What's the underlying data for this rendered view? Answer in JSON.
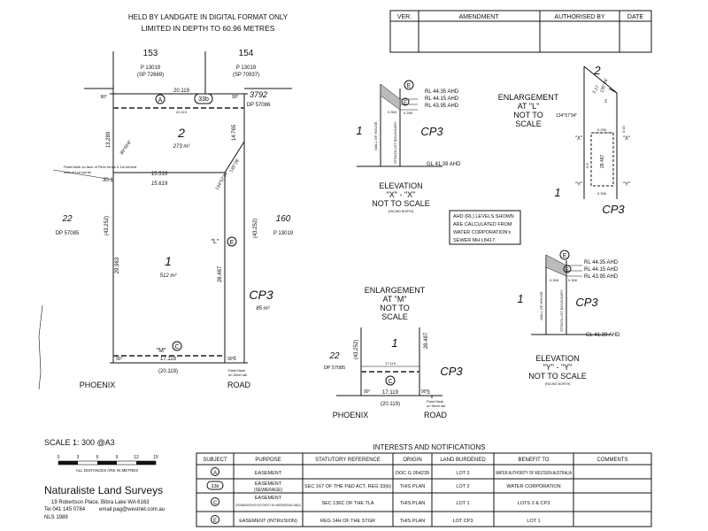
{
  "header": {
    "held_note": "HELD BY LANDGATE IN DIGITAL FORMAT ONLY",
    "depth_note": "LIMITED IN DEPTH TO 60.96 METRES"
  },
  "amend_table": {
    "headers": [
      "VER.",
      "AMENDMENT",
      "AUTHORISED BY",
      "DATE"
    ]
  },
  "plan": {
    "lot_153": "153",
    "lot_153_ref": "P 13019",
    "lot_153_sp": "(SP 72669)",
    "lot_154": "154",
    "lot_154_ref": "P 13019",
    "lot_154_sp": "(SP 70937)",
    "lot_3792": "3792",
    "lot_3792_dp": "DP 57086",
    "lot_22": "22",
    "lot_22_dp": "DP 57085",
    "lot_160": "160",
    "lot_160_ref": "P 13019",
    "lot_2": "2",
    "lot_2_area": "273 m²",
    "lot_1": "1",
    "lot_1_area": "512 m²",
    "cp3": "CP3",
    "cp3_area": "85 m²",
    "dim_top": "20.119",
    "dim_top_small": "20.119",
    "dim_left_upper": "13.289",
    "dim_right_upper": "14.765",
    "dim_mid": "15.519",
    "dim_mid2": "15.619",
    "dim_left_mid": "30.1",
    "dim_left_long": "29.963",
    "dim_left_long_paren": "(43.252)",
    "dim_right_long": "28.487",
    "dim_right_long_paren": "(43.252)",
    "dim_bottom": "17.119",
    "dim_bottom_paren": "(20.119)",
    "dim_bottom_short": "3",
    "angle_1": "89°55'6\"",
    "angle_2": "135°26'",
    "angle_3": "134°57'34\"",
    "paint_mark_1": "Paint Mark on face of Fibro fence 0.1m behind",
    "paint_mark_2": "east of Lot corner",
    "paint_mark_3": "Paint Mark",
    "paint_mark_4": "on Steel rail",
    "road_left": "PHOENIX",
    "road_right": "ROAD",
    "label_L": "\"L\"",
    "label_M": "\"M\"",
    "easement_A": "A",
    "easement_33b": "33b",
    "easement_C": "C",
    "easement_E": "E",
    "deg_90": "90°"
  },
  "elev_x": {
    "title_line1": "ELEVATION",
    "title_line2": "\"X\" - \"X\"",
    "title_line3": "NOT TO SCALE",
    "facing": "(FACING NORTH)",
    "rl1": "RL 44.35 AHD",
    "rl2": "RL 44.15 AHD",
    "rl3": "RL 43.95 AHD",
    "gl": "GL 41.39 AHD",
    "lot": "1",
    "cp3": "CP3",
    "dim1": "0.394",
    "dim2": "0.296",
    "wall_label": "WALL OF HOUSE",
    "strata_label": "STRATA LOT BOUNDARY",
    "e": "E"
  },
  "enl_l": {
    "title_line1": "ENLARGEMENT",
    "title_line2": "AT \"L\"",
    "title_line3": "NOT TO",
    "title_line4": "SCALE",
    "lot_top": "2",
    "lot_bottom": "1",
    "cp3": "CP3",
    "angle_a": "135°26'",
    "angle_b": "134°57'34\"",
    "dim_a": "2.17",
    "dim_b": "3",
    "dim_c": "28.487",
    "dim_d": "0.296",
    "dim_e": "0.306",
    "dim_f": "5.9",
    "dim_g": "0.43",
    "x_left": "\"X\"",
    "x_right": "\"X\"",
    "y_left": "\"Y\"",
    "y_right": "\"Y\""
  },
  "ahd_note": {
    "line1": "AHD (RL) LEVELS SHOWN",
    "line2": "ARE CALCULATED FROM",
    "line3": "WATER CORPORATION's",
    "line4": "SEWER MH L8417."
  },
  "elev_y": {
    "title_line1": "ELEVATION",
    "title_line2": "\"Y\" - \"Y\"",
    "title_line3": "NOT TO SCALE",
    "facing": "(FACING NORTH)",
    "rl1": "RL 44.35 AHD",
    "rl2": "RL 44.15 AHD",
    "rl3": "RL 43.95 AHD",
    "gl": "GL 41.39 AHD",
    "lot": "1",
    "cp3": "CP3",
    "dim1": "0.306",
    "dim2": "0.306",
    "wall_label": "WALL OF HOUSE",
    "strata_label": "STRATA LOT BOUNDARY",
    "e": "E"
  },
  "enl_m": {
    "title_line1": "ENLARGEMENT",
    "title_line2": "AT \"M\"",
    "title_line3": "NOT TO",
    "title_line4": "SCALE",
    "lot": "1",
    "lot_22": "22",
    "lot_22_dp": "DP 57085",
    "cp3": "CP3",
    "dim_left": "(43.252)",
    "dim_right": "28.487",
    "dim_top": "17.119",
    "dim_bottom": "17.119",
    "dim_bottom_paren": "(20.119)",
    "dim_short": "3",
    "paint1": "Paint Mark",
    "paint2": "on Steel rail",
    "road_left": "PHOENIX",
    "road_right": "ROAD",
    "deg_90": "90°",
    "c": "C"
  },
  "scale": {
    "label": "SCALE 1: 300 @A3",
    "ticks": [
      "0",
      "3",
      "6",
      "9",
      "12",
      "15"
    ],
    "note": "ALL DISTANCES ARE IN METRES"
  },
  "company": {
    "name": "Naturaliste Land Surveys",
    "address": "19 Robertson Place, Bibra Lake WA 6163",
    "tel": "Tel 041 145 0784",
    "email": "email pag@westnet.com.au",
    "nls": "NLS 1989"
  },
  "interests": {
    "title": "INTERESTS AND NOTIFICATIONS",
    "headers": [
      "SUBJECT",
      "PURPOSE",
      "STATUTORY REFERENCE",
      "ORIGIN",
      "LAND BURDENED",
      "BENEFIT TO",
      "COMMENTS"
    ],
    "rows": [
      {
        "subject": "A",
        "purpose": "EASEMENT",
        "purpose_sub": "",
        "statutory": "",
        "origin": "DOC G 054239",
        "burdened": "LOT 2",
        "benefit": "WATER AUTHORITY OF WESTERN AUSTRALIA",
        "comments": ""
      },
      {
        "subject": "33b",
        "purpose": "EASEMENT",
        "purpose_sub": "(SEWERAGE)",
        "statutory": "SEC 167 OF THE P&D ACT, REG 33(b)",
        "origin": "THIS PLAN",
        "burdened": "LOT 2",
        "benefit": "WATER CORPORATION",
        "comments": ""
      },
      {
        "subject": "C",
        "purpose": "EASEMENT",
        "purpose_sub": "(TRANSMISSION OF ELECTRICITY BY UNDERGROUND CABLE)",
        "statutory": "SEC 136C OF THE TLA",
        "origin": "THIS PLAN",
        "burdened": "LOT 1",
        "benefit": "LOTS 2 & CP3",
        "comments": ""
      },
      {
        "subject": "E",
        "purpose": "EASEMENT (INTRUSION)",
        "purpose_sub": "",
        "statutory": "REG 14H OF THE STGR",
        "origin": "THIS PLAN",
        "burdened": "LOT CP3",
        "benefit": "LOT 1",
        "comments": ""
      }
    ]
  }
}
